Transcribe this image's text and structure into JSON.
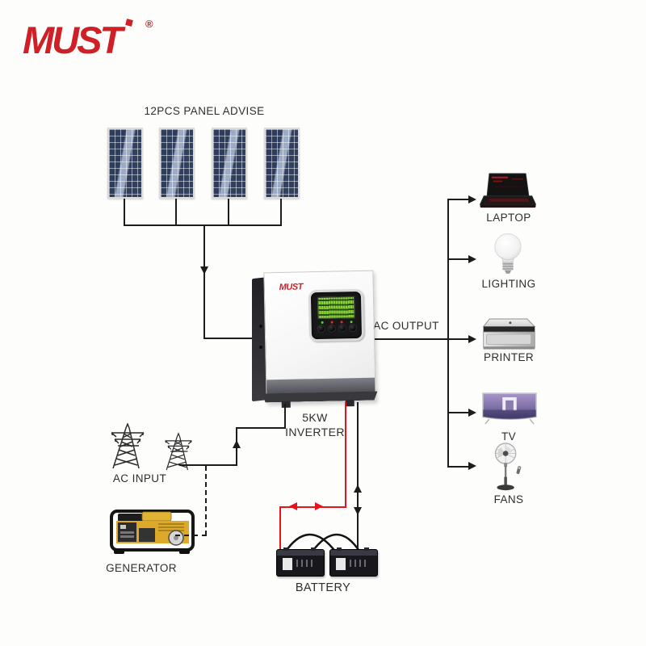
{
  "brand": {
    "logo_text": "MUST",
    "registered_mark": "®",
    "color": "#cf2027"
  },
  "solar_array": {
    "label": "12PCS PANEL ADVISE",
    "panel_count": 4
  },
  "inverter": {
    "brand_label": "MUST",
    "name_line1": "5KW",
    "name_line2": "INVERTER"
  },
  "ac_output": {
    "label": "AC OUTPUT",
    "devices": [
      {
        "icon": "laptop-icon",
        "label": "LAPTOP"
      },
      {
        "icon": "bulb-icon",
        "label": "LIGHTING"
      },
      {
        "icon": "printer-icon",
        "label": "PRINTER"
      },
      {
        "icon": "tv-icon",
        "label": "TV"
      },
      {
        "icon": "fan-icon",
        "label": "FANS"
      }
    ]
  },
  "ac_input": {
    "label": "AC INPUT",
    "icon": "power-towers-icon"
  },
  "generator": {
    "label": "GENERATOR",
    "icon": "generator-icon"
  },
  "battery": {
    "label": "BATTERY",
    "count": 2
  },
  "colors": {
    "diagram_line": "#1c1c1c",
    "battery_wire_positive": "#e8121c",
    "battery_wire_negative": "#1c1c1c",
    "brand_red": "#cf2027"
  }
}
